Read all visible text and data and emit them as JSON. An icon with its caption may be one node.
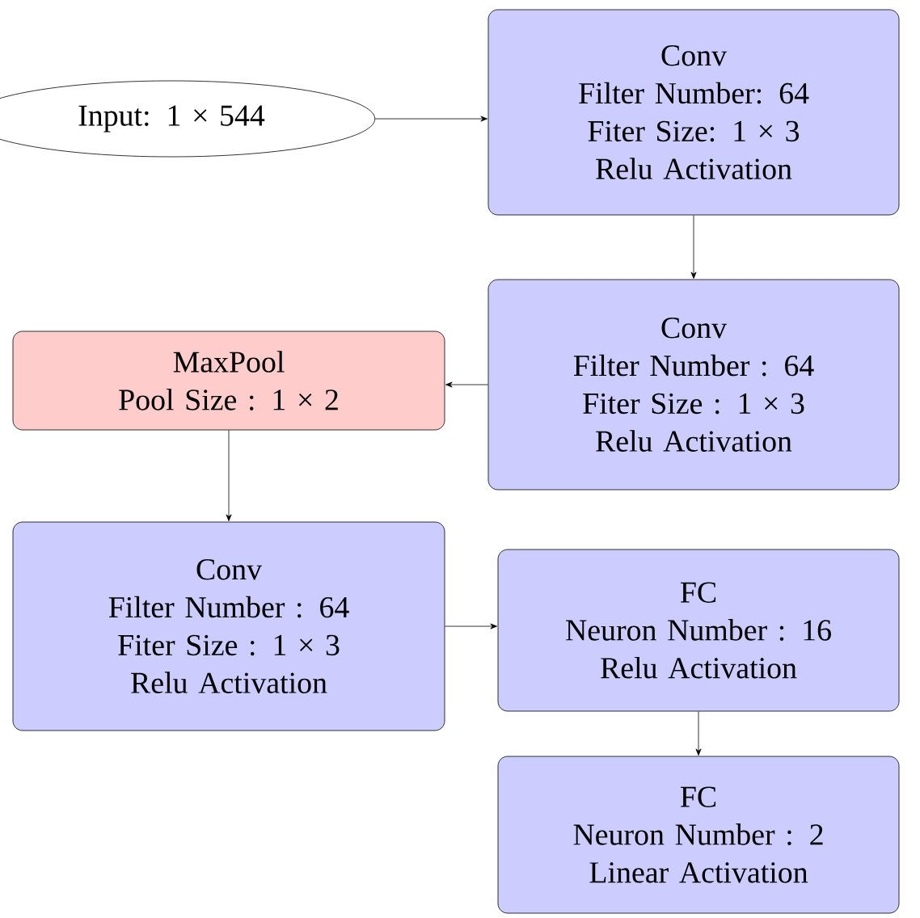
{
  "diagram": {
    "nodes": [
      {
        "text": [
          "Input: 1 × 544"
        ]
      },
      {
        "text": [
          "Conv",
          "Filter Number: 64",
          "Fiter Size: 1 × 3",
          "Relu Activation"
        ]
      },
      {
        "text": [
          "Conv",
          "Filter Number : 64",
          "Fiter Size : 1 × 3",
          "Relu Activation"
        ]
      },
      {
        "text": [
          "MaxPool",
          "Pool Size : 1 × 2"
        ]
      },
      {
        "text": [
          "Conv",
          "Filter Number : 64",
          "Fiter Size : 1 × 3",
          "Relu Activation"
        ]
      },
      {
        "text": [
          "FC",
          "Neuron Number : 16",
          "Relu Activation"
        ]
      },
      {
        "text": [
          "FC",
          "Neuron Number : 2",
          "Linear Activation"
        ]
      }
    ],
    "edges": [
      {
        "from": 0,
        "to": 1,
        "arrow": "to"
      },
      {
        "from": 1,
        "to": 2,
        "arrow": "to"
      },
      {
        "from": 2,
        "to": 3,
        "arrow": "to"
      },
      {
        "from": 3,
        "to": 4,
        "arrow": "to"
      },
      {
        "from": 4,
        "to": 5,
        "arrow": "to"
      },
      {
        "from": 5,
        "to": 6,
        "arrow": "to"
      }
    ]
  }
}
